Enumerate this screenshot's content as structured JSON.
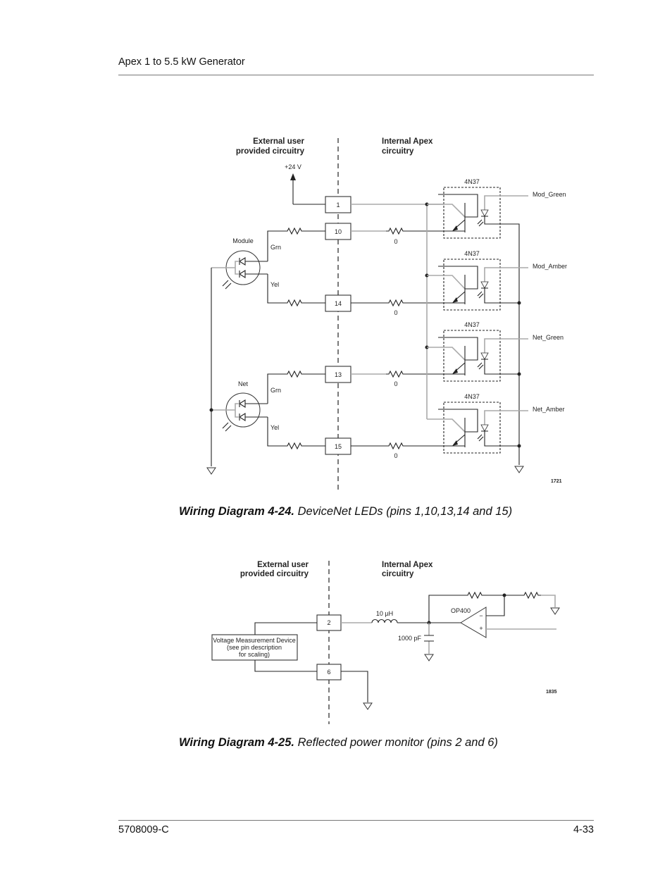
{
  "header": {
    "title": "Apex 1 to 5.5 kW Generator"
  },
  "footer": {
    "doc_number": "5708009-C",
    "page_number": "4-33"
  },
  "diagram_24": {
    "external_label_1": "External user",
    "external_label_2": "provided circuitry",
    "internal_label_1": "Internal Apex",
    "internal_label_2": "circuitry",
    "supply": "+24 V",
    "pins": [
      "1",
      "10",
      "14",
      "13",
      "15"
    ],
    "resistor_values": [
      "0",
      "0",
      "0",
      "0"
    ],
    "led_module": "Module",
    "led_net": "Net",
    "grn": "Grn",
    "yel": "Yel",
    "opto_part": "4N37",
    "outputs": [
      "Mod_Green",
      "Mod_Amber",
      "Net_Green",
      "Net_Amber"
    ],
    "figure_id": "1721",
    "caption_bold": "Wiring Diagram 4-24.",
    "caption_text": "DeviceNet LEDs (pins 1,10,13,14 and 15)"
  },
  "diagram_25": {
    "external_label_1": "External user",
    "external_label_2": "provided circuitry",
    "internal_label_1": "Internal Apex",
    "internal_label_2": "circuitry",
    "pins": [
      "2",
      "6"
    ],
    "inductor": "10 µH",
    "capacitor": "1000 pF",
    "opamp": "OP400",
    "opamp_minus": "−",
    "opamp_plus": "+",
    "device_line1": "Voltage Measurement Device",
    "device_line2": "(see pin description",
    "device_line3": "for scaling)",
    "figure_id": "1835",
    "caption_bold": "Wiring Diagram 4-25.",
    "caption_text": "Reflected power monitor (pins 2 and 6)"
  }
}
